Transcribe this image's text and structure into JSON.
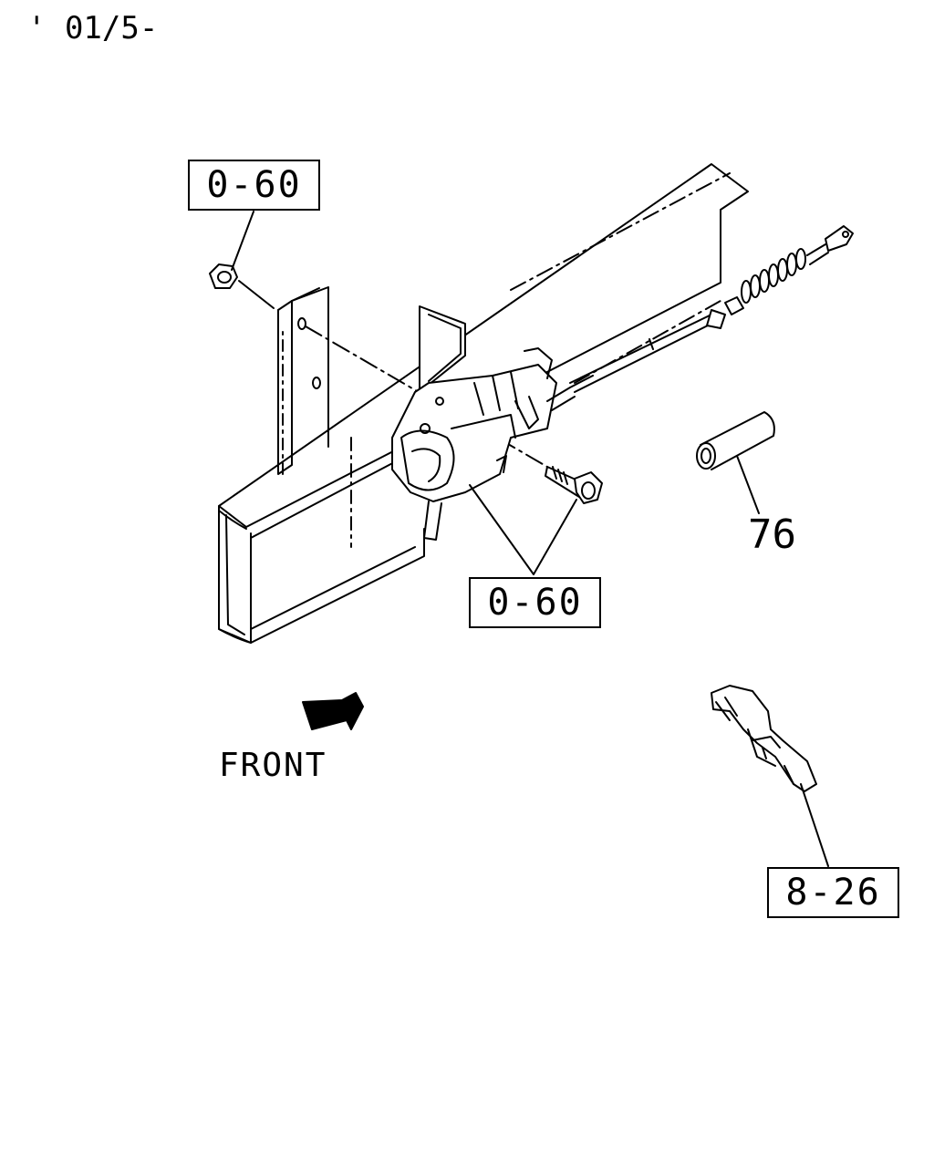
{
  "header": {
    "date_code": "' 01/5-"
  },
  "callouts": {
    "nut_ref": "0-60",
    "bolt_ref": "0-60",
    "spacer_ref": "76",
    "clip_ref": "8-26"
  },
  "direction": {
    "label": "FRONT"
  },
  "colors": {
    "line": "#000000",
    "background": "#ffffff"
  }
}
